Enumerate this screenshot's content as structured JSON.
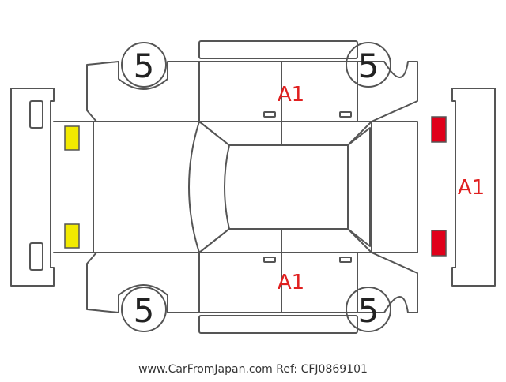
{
  "diagram": {
    "tire_labels": {
      "front_left": "5",
      "rear_left": "5",
      "front_right": "5",
      "rear_right": "5"
    },
    "damage_labels": {
      "roof_left": "A1",
      "door_right": "A1",
      "rear_bumper": "A1"
    },
    "watermark": "www.CarFromJapan.com Ref: CFJ0869101",
    "colors": {
      "outline": "#555555",
      "damage_text": "#e02020",
      "yellow_marker": "#f2ea00",
      "red_marker": "#e0001a"
    }
  }
}
